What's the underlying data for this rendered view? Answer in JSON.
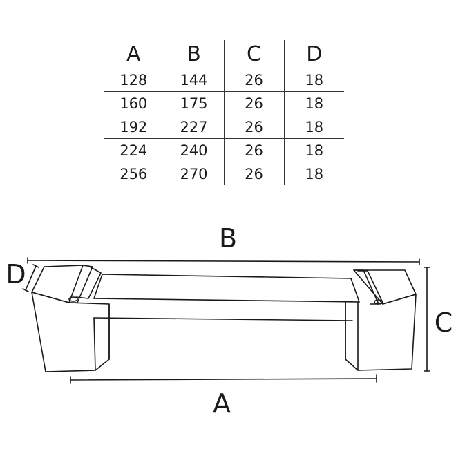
{
  "table": {
    "headers": [
      "A",
      "B",
      "C",
      "D"
    ],
    "rows": [
      [
        "128",
        "144",
        "26",
        "18"
      ],
      [
        "160",
        "175",
        "26",
        "18"
      ],
      [
        "192",
        "227",
        "26",
        "18"
      ],
      [
        "224",
        "240",
        "26",
        "18"
      ],
      [
        "256",
        "270",
        "26",
        "18"
      ]
    ]
  },
  "drawing": {
    "label_a": "A",
    "label_b": "B",
    "label_c": "C",
    "label_d": "D"
  }
}
